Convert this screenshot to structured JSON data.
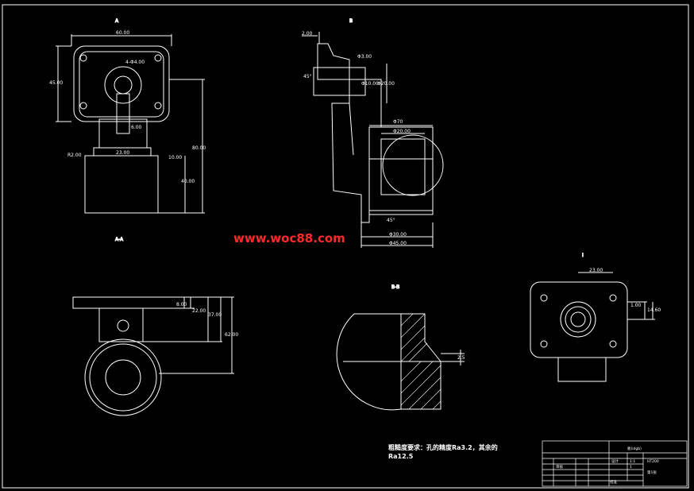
{
  "watermark": "www.woc88.com",
  "view_labels": {
    "a": "A",
    "b": "B",
    "c": "A-A",
    "d": "B-B",
    "e": "I"
  },
  "view1_dims": {
    "width": "60.00",
    "height": "45.00",
    "hole": "4-Φ4.00",
    "slot": "6.00",
    "neck": "23.00",
    "chamfer": "R2.00",
    "step": "10.00",
    "overall": "80.00",
    "base": "40.00"
  },
  "view2_dims": {
    "top": "2.00",
    "d1": "Φ3.00",
    "d2": "Φ10.00",
    "d3": "Φ20.00",
    "angle1": "45°",
    "d4": "Φ70",
    "d5": "Φ20.00",
    "angle2": "45°",
    "d6": "Φ30.00",
    "d7": "Φ45.00"
  },
  "view3_dims": {
    "a": "8.00",
    "b": "22.00",
    "c": "37.00",
    "d": "62.00"
  },
  "detail_dims": {
    "a": "2.5"
  },
  "view5_dims": {
    "w": "23.00",
    "h1": "1.00",
    "h2": "14.60"
  },
  "requirements": {
    "line1": "粗糙度要求：孔的精度Ra3.2，其余的",
    "line2": "Ra12.5"
  },
  "title_block": {
    "name": "板(idgb)",
    "scale": "1:1",
    "qty": "1",
    "sheet": "第1张",
    "drawn": "设计",
    "check": "审核",
    "approve": "批准",
    "mat": "HT200"
  }
}
